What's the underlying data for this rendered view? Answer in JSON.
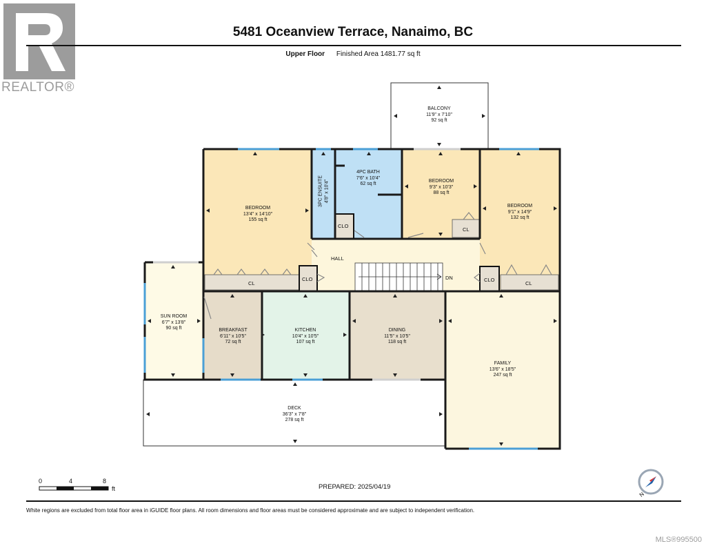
{
  "header": {
    "logo_text": "REALTOR®",
    "title": "5481 Oceanview Terrace, Nanaimo, BC",
    "floor_name": "Upper Floor",
    "finished_area": "Finished Area 1481.77 sq ft"
  },
  "rooms": [
    {
      "id": "balcony",
      "name": "BALCONY",
      "dims": "11'9\" x 7'10\"",
      "area": "92 sq ft"
    },
    {
      "id": "bedroom1",
      "name": "BEDROOM",
      "dims": "13'4\" x 14'10\"",
      "area": "155 sq ft"
    },
    {
      "id": "ensuite",
      "name": "3PC ENSUITE",
      "dims": "4'8\" x 10'4\""
    },
    {
      "id": "bath",
      "name": "4PC BATH",
      "dims": "7'6\" x 10'4\"",
      "area": "62 sq ft"
    },
    {
      "id": "bedroom2",
      "name": "BEDROOM",
      "dims": "9'3\" x 10'3\"",
      "area": "88 sq ft"
    },
    {
      "id": "bedroom3",
      "name": "BEDROOM",
      "dims": "9'1\" x 14'9\"",
      "area": "132 sq ft"
    },
    {
      "id": "sunroom",
      "name": "SUN ROOM",
      "dims": "6'7\" x 13'8\"",
      "area": "90 sq ft"
    },
    {
      "id": "breakfast",
      "name": "BREAKFAST",
      "dims": "6'11\" x 10'5\"",
      "area": "72 sq ft"
    },
    {
      "id": "kitchen",
      "name": "KITCHEN",
      "dims": "10'4\" x 10'5\"",
      "area": "107 sq ft"
    },
    {
      "id": "dining",
      "name": "DINING",
      "dims": "11'5\" x 10'5\"",
      "area": "118 sq ft"
    },
    {
      "id": "family",
      "name": "FAMILY",
      "dims": "13'6\" x 18'5\"",
      "area": "247 sq ft"
    },
    {
      "id": "deck",
      "name": "DECK",
      "dims": "36'3\" x 7'8\"",
      "area": "278 sq ft"
    }
  ],
  "small_labels": {
    "hall": "HALL",
    "dn": "DN",
    "cl_a": "CL",
    "cl_b": "CL",
    "cl_c": "CL",
    "clo_a": "CLO",
    "clo_b": "CLO",
    "clo_c": "CLO"
  },
  "scale": {
    "ticks": [
      "0",
      "4",
      "8"
    ],
    "unit": "ft"
  },
  "footer": {
    "prepared": "PREPARED: 2025/04/19",
    "disclaimer": "White regions are excluded from total floor area in iGUIDE floor plans. All room dimensions and floor areas must be considered approximate and are subject to independent verification.",
    "mls": "MLS®995500"
  },
  "compass_label": "N",
  "colors": {
    "bedroom": "#fbe7b8",
    "bath": "#bfe0f5",
    "hall": "#fdf6dc",
    "sunroom": "#fefae6",
    "breakfast": "#e6dcc9",
    "kitchen": "#e3f3e8",
    "dining": "#e8dfcd",
    "family": "#fcf6df",
    "closet": "#e7e0d3",
    "wall": "#1a1a1a",
    "window": "#4a9fd6"
  }
}
